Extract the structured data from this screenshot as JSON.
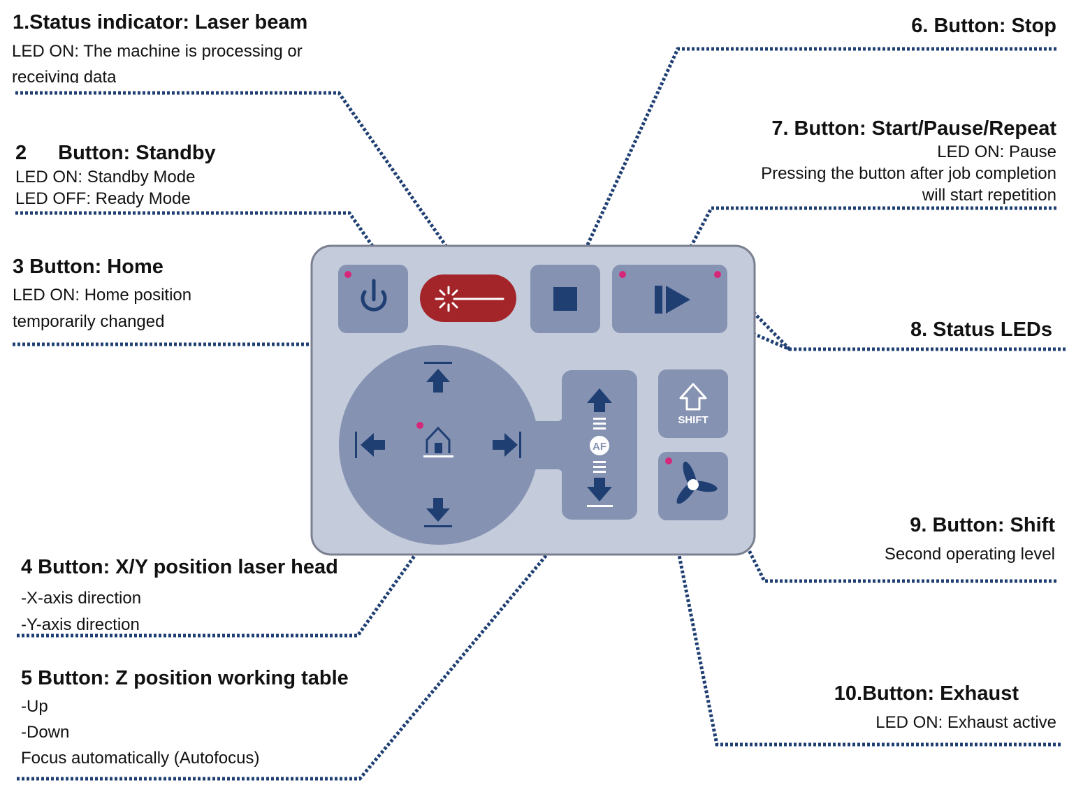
{
  "callouts": {
    "c1": {
      "title": "1.Status indicator: Laser beam",
      "desc1": "LED ON: The machine is processing or",
      "desc2": "receiving data"
    },
    "c2": {
      "title_num": "2",
      "title_text": "Button: Standby",
      "desc1": "LED ON: Standby Mode",
      "desc2": "LED OFF: Ready Mode"
    },
    "c3": {
      "title": "3 Button: Home",
      "desc1": "LED ON: Home position",
      "desc2": "temporarily changed"
    },
    "c4": {
      "title": "4 Button: X/Y position laser head",
      "desc1": "-X-axis direction",
      "desc2": "-Y-axis direction"
    },
    "c5": {
      "title": "5 Button: Z position working table",
      "desc1": "-Up",
      "desc2": "-Down",
      "desc3": "Focus automatically (Autofocus)"
    },
    "c6": {
      "title": "6. Button: Stop"
    },
    "c7": {
      "title": "7. Button: Start/Pause/Repeat",
      "desc1": "LED ON: Pause",
      "desc2": "Pressing the button after job completion",
      "desc3": "will start repetition"
    },
    "c8": {
      "title": "8. Status LEDs"
    },
    "c9": {
      "title": "9. Button: Shift",
      "desc1": "Second operating level"
    },
    "c10": {
      "title": "10.Button: Exhaust",
      "desc1": "LED ON: Exhaust active"
    }
  },
  "panel": {
    "af_label": "AF",
    "shift_label": "SHIFT",
    "icons": [
      "power-icon",
      "laser-beam-icon",
      "stop-icon",
      "start-pause-icon",
      "arrow-up-icon",
      "arrow-down-icon",
      "arrow-left-icon",
      "arrow-right-icon",
      "home-icon",
      "z-up-icon",
      "z-down-icon",
      "shift-icon",
      "fan-icon"
    ],
    "colors": {
      "panel_bg": "#c4ccdc",
      "button_bg": "#8592b2",
      "icon": "#1f3f73",
      "laser_button": "#a3252a",
      "led": "#d6287a",
      "leader": "#1f3f73"
    }
  }
}
